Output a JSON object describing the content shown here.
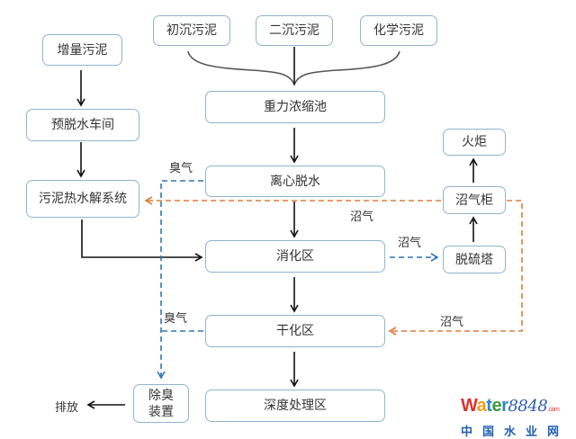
{
  "nodes": {
    "primary_sludge": "初沉污泥",
    "secondary_sludge": "二沉污泥",
    "chemical_sludge": "化学污泥",
    "incremental_sludge": "增量污泥",
    "gravity_thickener": "重力浓缩池",
    "pre_dewatering": "预脱水车间",
    "flare": "火炬",
    "centrifugal_dewatering": "离心脱水",
    "thermal_hydrolysis": "污泥热水解系统",
    "gas_holder": "沼气柜",
    "digestion_zone": "消化区",
    "desulfurization_tower": "脱硫塔",
    "drying_zone": "干化区",
    "deodorization_line1": "除臭",
    "deodorization_line2": "装置",
    "advanced_treatment": "深度处理区"
  },
  "labels": {
    "odor_1": "臭气",
    "odor_2": "臭气",
    "biogas_1": "沼气",
    "biogas_2": "沼气",
    "biogas_3": "沼气",
    "discharge": "排放"
  },
  "colors": {
    "box_border": "#8fb4d0",
    "flow_arrow": "#111111",
    "odor_line": "#2e75b6",
    "biogas_line": "#e07b39"
  },
  "watermark": {
    "brand_w": "W",
    "brand_a": "a",
    "brand_t": "t",
    "brand_e": "e",
    "brand_r": "r",
    "brand_num": "8848",
    "brand_com": ".com",
    "brand_cn": "中国水业网"
  }
}
